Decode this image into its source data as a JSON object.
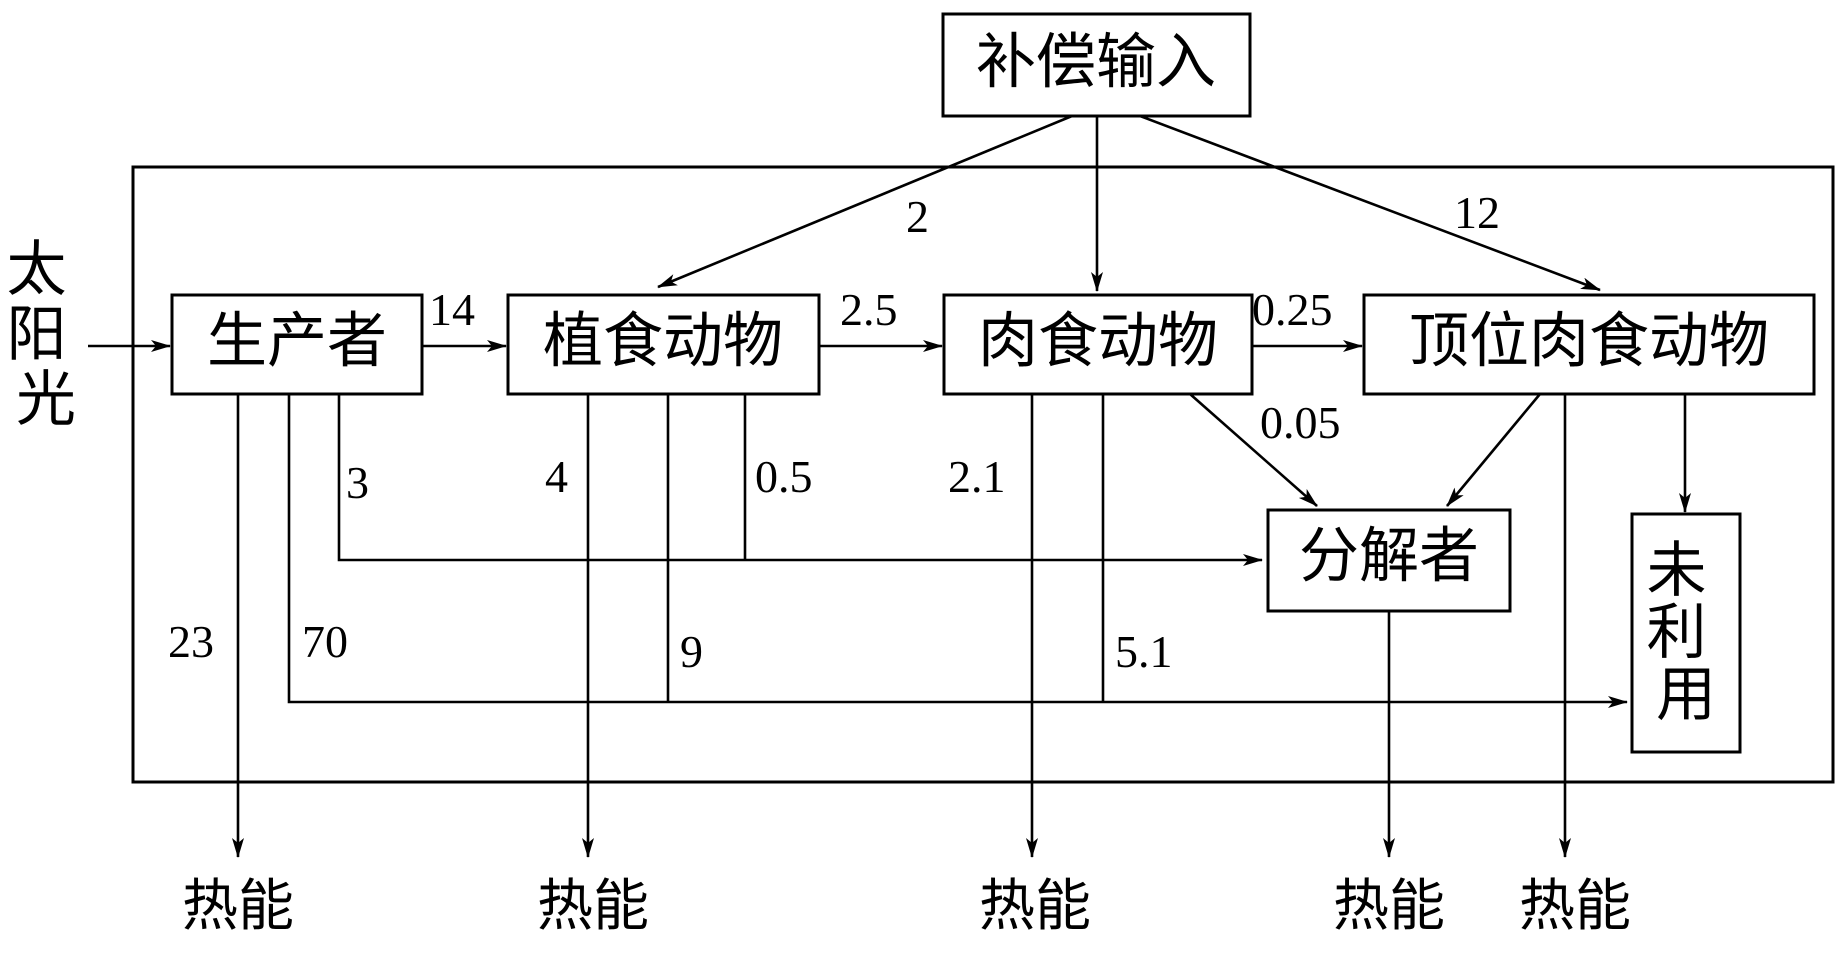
{
  "nodes": {
    "compensation_input": "补偿输入",
    "sunlight": "太阳光",
    "producer": "生产者",
    "herbivore": "植食动物",
    "carnivore": "肉食动物",
    "top_carnivore": "顶位肉食动物",
    "decomposer": "分解者",
    "unused": "未利用"
  },
  "heat_label": "热能",
  "flows": {
    "comp_to_herbivore": "2",
    "comp_to_top": "12",
    "producer_to_herbivore": "14",
    "herbivore_to_carnivore": "2.5",
    "carnivore_to_top": "0.25",
    "carnivore_to_decomposer": "0.05",
    "producer_to_decomposer": "3",
    "herbivore_heat": "4",
    "herbivore_to_decomposer": "0.5",
    "carnivore_heat": "2.1",
    "producer_heat": "23",
    "producer_unused": "70",
    "herbivore_unused": "9",
    "carnivore_unused": "5.1"
  }
}
